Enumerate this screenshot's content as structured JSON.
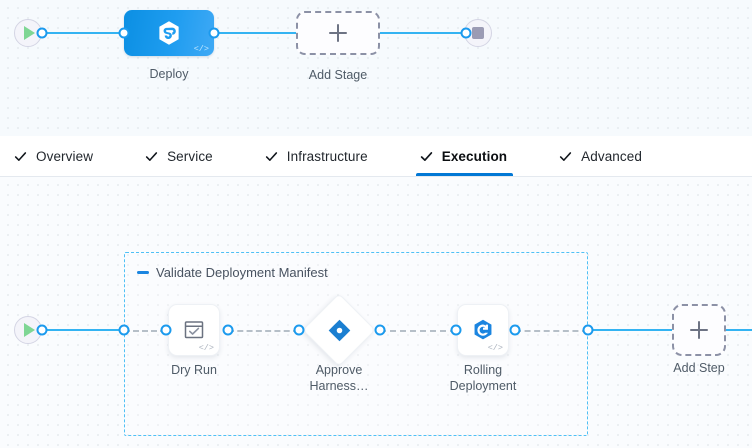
{
  "stage_canvas": {
    "start_node": {
      "name": "pipeline-start",
      "icon": "play-icon"
    },
    "end_node": {
      "name": "pipeline-end",
      "icon": "stop-icon"
    },
    "stages": [
      {
        "label": "Deploy",
        "icon": "harness-deploy-icon",
        "badge": "</>",
        "selected": true
      },
      {
        "label": "Add Stage",
        "icon": "plus-icon",
        "selected": false
      }
    ]
  },
  "tabs": {
    "items": [
      {
        "label": "Overview",
        "checked": true,
        "active": false
      },
      {
        "label": "Service",
        "checked": true,
        "active": false
      },
      {
        "label": "Infrastructure",
        "checked": true,
        "active": false
      },
      {
        "label": "Execution",
        "checked": true,
        "active": true
      },
      {
        "label": "Advanced",
        "checked": true,
        "active": false
      }
    ],
    "active_color": "#0278d5"
  },
  "execution": {
    "start_node": {
      "name": "execution-start",
      "icon": "play-icon"
    },
    "group": {
      "title": "Validate Deployment Manifest",
      "collapse_icon": "minus-icon",
      "border_color": "#4fc0f5"
    },
    "steps": [
      {
        "label": "Dry Run",
        "icon": "shell-script-check-icon",
        "badge": "</>",
        "shape": "square"
      },
      {
        "label": "Approve\nHarness…",
        "icon": "harness-approval-icon",
        "badge": "",
        "shape": "diamond"
      },
      {
        "label": "Rolling\nDeployment",
        "icon": "kubernetes-rolling-icon",
        "badge": "</>",
        "shape": "square"
      }
    ],
    "add_step": {
      "label": "Add Step",
      "icon": "plus-icon"
    }
  },
  "colors": {
    "edge_solid": "#33b3f2",
    "edge_dashed": "#b6bfc8",
    "stage_selected": "#1f9df0",
    "canvas_bg": "#f7fbfd"
  }
}
